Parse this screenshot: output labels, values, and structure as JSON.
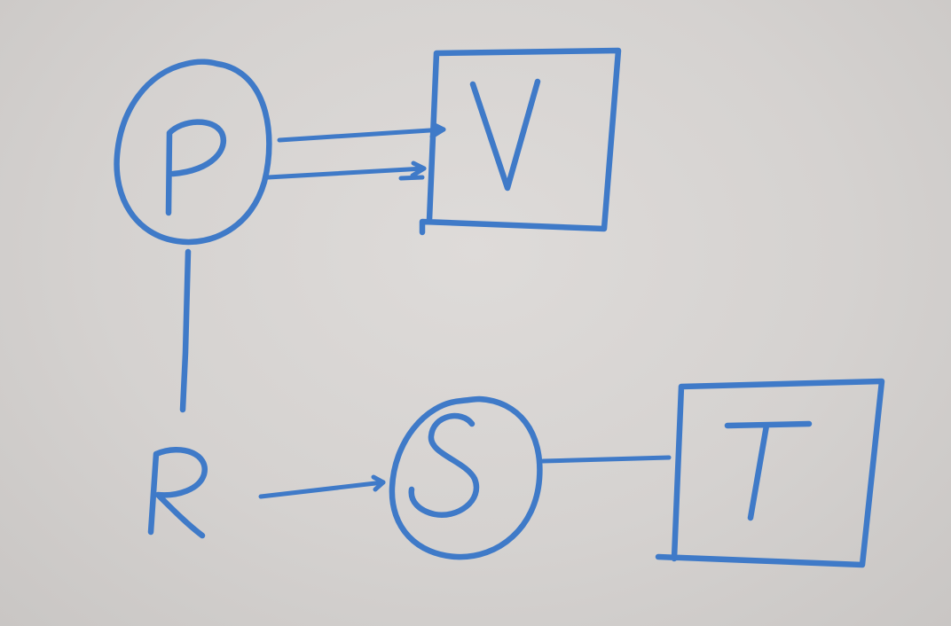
{
  "diagram": {
    "nodes": [
      {
        "id": "P",
        "label": "P",
        "shape": "circle"
      },
      {
        "id": "V",
        "label": "V",
        "shape": "square"
      },
      {
        "id": "R",
        "label": "R",
        "shape": "none"
      },
      {
        "id": "S",
        "label": "S",
        "shape": "circle"
      },
      {
        "id": "T",
        "label": "T",
        "shape": "square"
      }
    ],
    "edges": [
      {
        "from": "P",
        "to": "V",
        "style": "double-arrow"
      },
      {
        "from": "P",
        "to": "R",
        "style": "line"
      },
      {
        "from": "R",
        "to": "S",
        "style": "arrow"
      },
      {
        "from": "S",
        "to": "T",
        "style": "line"
      }
    ],
    "ink_color": "#3f7ac8",
    "paper_color": "#d6d3d1"
  }
}
